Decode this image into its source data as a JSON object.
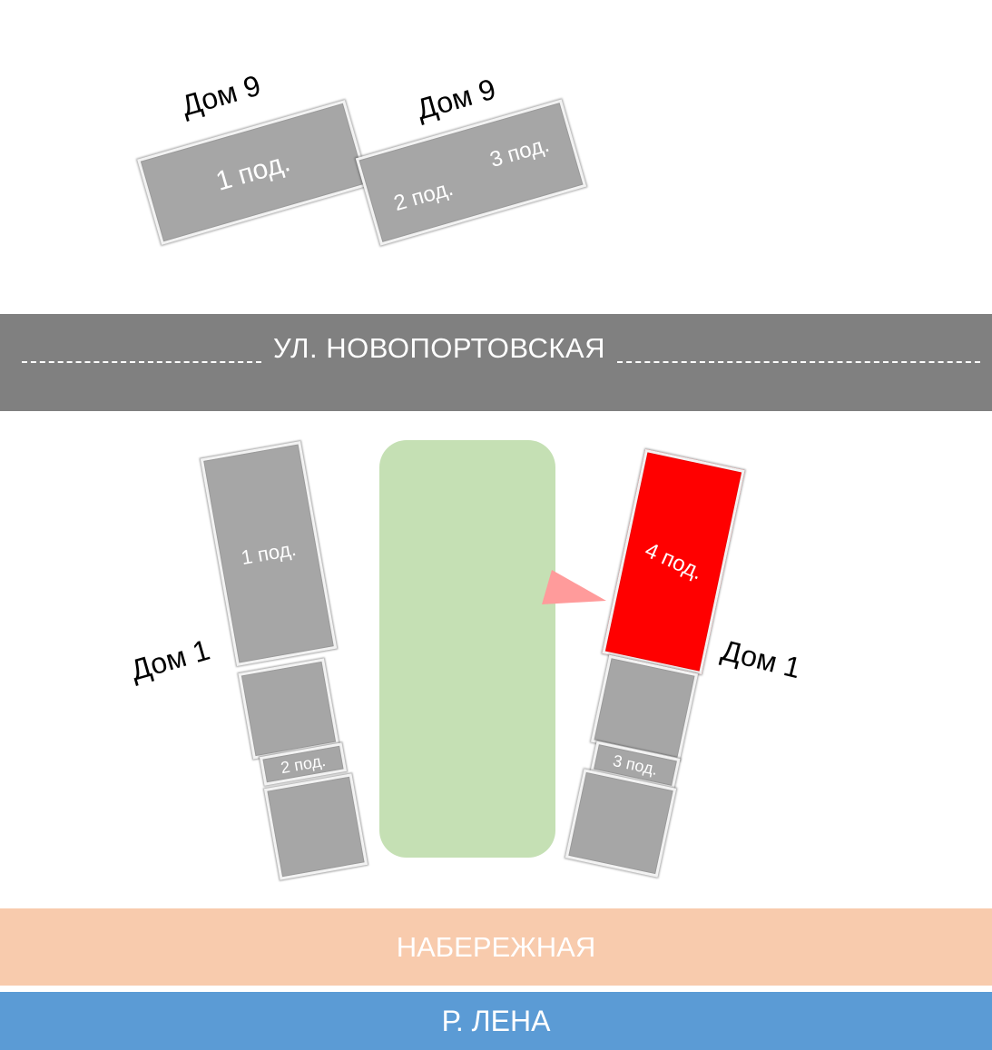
{
  "colors": {
    "building": "#a6a6a6",
    "building_active": "#ff0000",
    "road": "#808080",
    "park": "#c5e0b4",
    "embankment": "#f8cbad",
    "river": "#5b9bd5",
    "pointer": "#ff9b9b"
  },
  "north": {
    "house_left_label": "Дом 9",
    "house_right_label": "Дом 9",
    "entrance_1": "1 под.",
    "entrance_2": "2 под.",
    "entrance_3": "3 под."
  },
  "road": {
    "label": "УЛ. НОВОПОРТОВСКАЯ"
  },
  "south": {
    "house_left_label": "Дом 1",
    "house_right_label": "Дом 1",
    "left_entrance_1": "1 под.",
    "left_entrance_2": "2 под.",
    "right_entrance_3": "3 под.",
    "right_entrance_4": "4 под.",
    "highlighted_entrance": "4 под."
  },
  "embankment": {
    "label": "НАБЕРЕЖНАЯ"
  },
  "river": {
    "label": "Р. ЛЕНА"
  }
}
